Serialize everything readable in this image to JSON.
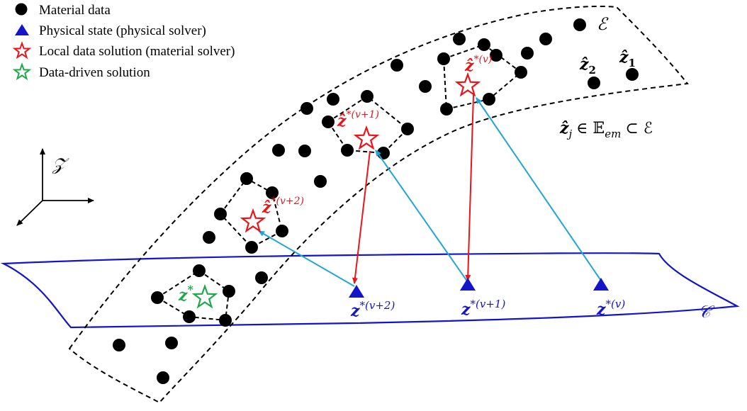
{
  "legend": {
    "material_data": "Material data",
    "physical_state": "Physical state (physical solver)",
    "local_solution": "Local data solution (material solver)",
    "data_driven": "Data-driven solution"
  },
  "labels": {
    "set_E": "ℰ",
    "set_C": "𝒞",
    "axis_z": "𝒵",
    "zhat_1": "ẑ",
    "zhat_1_sub": "1",
    "zhat_2": "ẑ",
    "zhat_2_sub": "2",
    "membership": "∈ 𝔼",
    "membership_sub": "em",
    "membership_tail": "⊂ ℰ",
    "zhat_j": "ẑ",
    "zhat_j_sub": "j",
    "zhat_v": "ẑ",
    "zhat_v_sup": "*(v)",
    "zhat_v1": "ẑ",
    "zhat_v1_sup": "*(v+1)",
    "zhat_v2": "ẑ",
    "zhat_v2_sup": "*(v+2)",
    "z_star": "z",
    "z_star_sup": "*",
    "z_v": "z",
    "z_v_sup": "*(v)",
    "z_v1": "z",
    "z_v1_sup": "*(v+1)",
    "z_v2": "z",
    "z_v2_sup": "*(v+2)"
  },
  "colors": {
    "material": "#000000",
    "physical": "#1414c8",
    "local": "#e8151b",
    "data_driven": "#1fa84a",
    "projection": "#22a6d6",
    "set_C": "#1414c8"
  }
}
